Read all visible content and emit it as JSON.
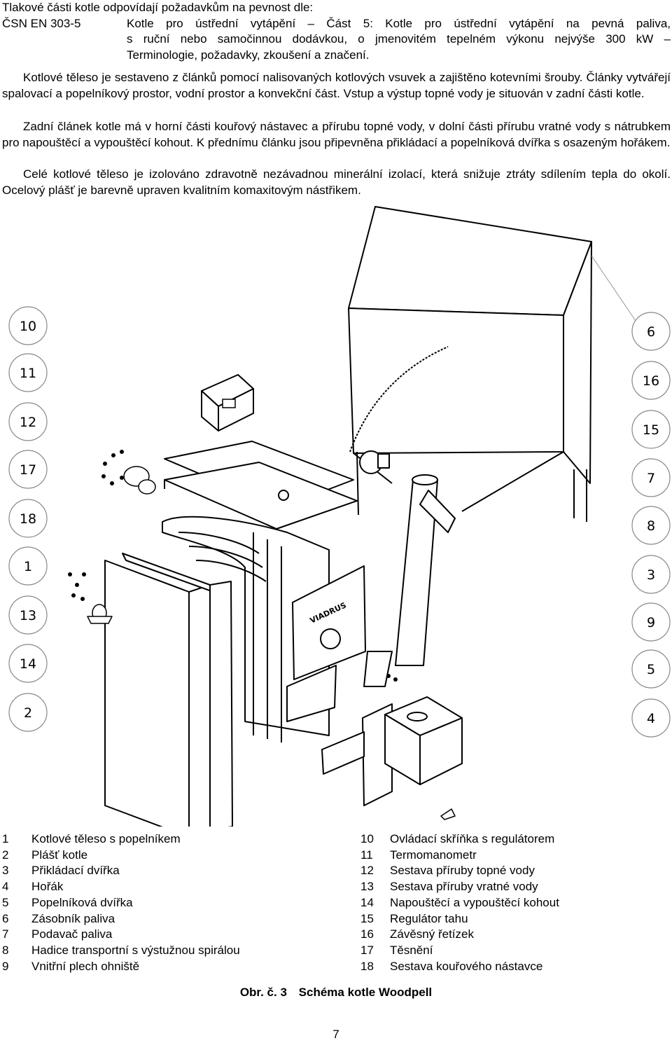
{
  "header": {
    "intro": "Tlakové části kotle odpovídají požadavkům na pevnost dle:",
    "standard_code": "ČSN EN 303-5",
    "standard_line1": "Kotle pro ústřední vytápění – Část 5: Kotle pro ústřední vytápění na pevná paliva,",
    "standard_line2": "s ruční nebo samočinnou dodávkou, o jmenovitém tepelném výkonu nejvýše 300 kW –",
    "standard_line3": "Terminologie, požadavky, zkoušení a značení."
  },
  "paragraphs": {
    "p1": "Kotlové těleso je sestaveno z článků pomocí nalisovaných kotlových vsuvek a zajištěno kotevními šrouby. Články vytvářejí spalovací a popelníkový prostor, vodní prostor a konvekční část. Vstup a výstup topné vody je situován v zadní části kotle.",
    "p2": "Zadní článek kotle má v horní části kouřový nástavec a přírubu topné vody, v dolní části přírubu vratné vody s nátrubkem pro napouštěcí a vypouštěcí kohout. K přednímu článku jsou připevněna přikládací a popelníková dvířka s osazeným hořákem.",
    "p3": "Celé kotlové těleso je izolováno zdravotně nezávadnou minerální izolací, která snižuje ztráty sdílením tepla do okolí. Ocelový plášť je barevně upraven kvalitním komaxitovým nástřikem."
  },
  "diagram": {
    "brand_label": "VIADRUS",
    "callouts_left": [
      "10",
      "11",
      "12",
      "17",
      "18",
      "1",
      "13",
      "14",
      "2"
    ],
    "callouts_right": [
      "6",
      "16",
      "15",
      "7",
      "8",
      "3",
      "9",
      "5",
      "4"
    ]
  },
  "legend": {
    "left": [
      {
        "num": "1",
        "label": "Kotlové těleso s popelníkem"
      },
      {
        "num": "2",
        "label": "Plášť kotle"
      },
      {
        "num": "3",
        "label": "Přikládací dvířka"
      },
      {
        "num": "4",
        "label": "Hořák"
      },
      {
        "num": "5",
        "label": "Popelníková dvířka"
      },
      {
        "num": "6",
        "label": "Zásobník paliva"
      },
      {
        "num": "7",
        "label": "Podavač paliva"
      },
      {
        "num": "8",
        "label": "Hadice transportní s výstužnou spirálou"
      },
      {
        "num": "9",
        "label": "Vnitřní plech ohniště"
      }
    ],
    "right": [
      {
        "num": "10",
        "label": "Ovládací skříňka s regulátorem"
      },
      {
        "num": "11",
        "label": "Termomanometr"
      },
      {
        "num": "12",
        "label": "Sestava příruby topné vody"
      },
      {
        "num": "13",
        "label": "Sestava příruby vratné vody"
      },
      {
        "num": "14",
        "label": "Napouštěcí a vypouštěcí kohout"
      },
      {
        "num": "15",
        "label": "Regulátor tahu"
      },
      {
        "num": "16",
        "label": "Závěsný řetízek"
      },
      {
        "num": "17",
        "label": "Těsnění"
      },
      {
        "num": "18",
        "label": "Sestava kouřového nástavce"
      }
    ]
  },
  "caption": {
    "number": "Obr. č. 3",
    "title": "Schéma kotle Woodpell"
  },
  "page_number": "7"
}
